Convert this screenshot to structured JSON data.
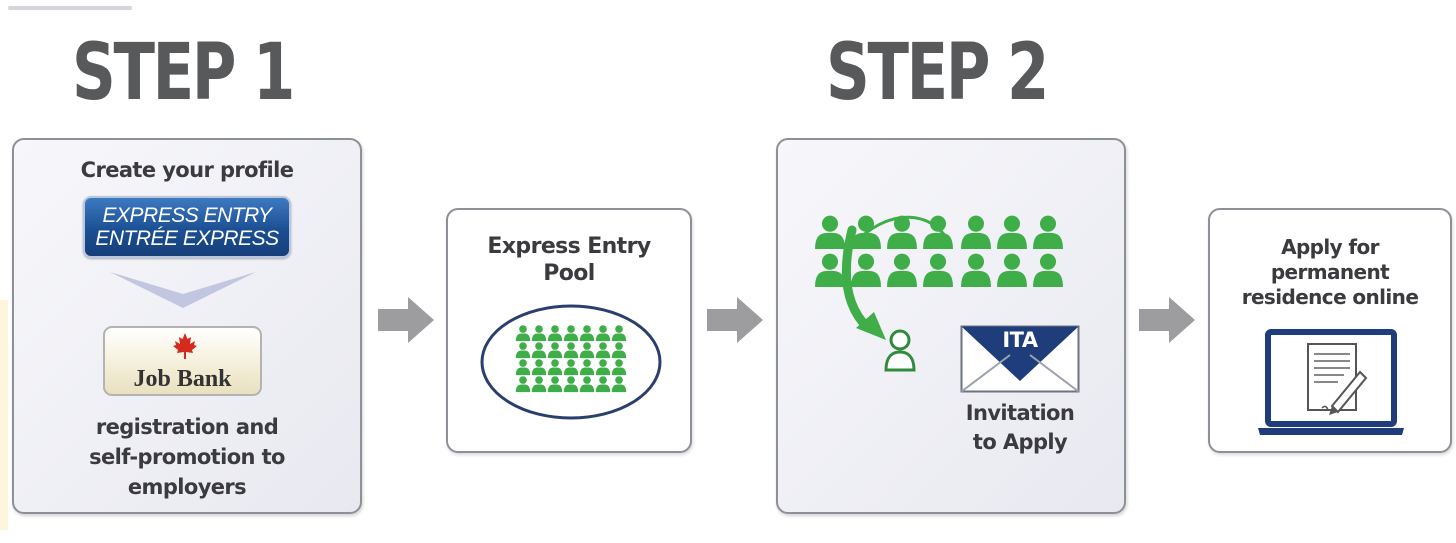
{
  "step1": {
    "title": "STEP 1",
    "create_profile": "Create your profile",
    "logo_line1": "EXPRESS ENTRY",
    "logo_line2": "ENTRÉE EXPRESS",
    "job_bank_label": "Job Bank",
    "registration_line1": "registration and",
    "registration_line2": "self-promotion to",
    "registration_line3": "employers"
  },
  "pool": {
    "line1": "Express Entry",
    "line2": "Pool"
  },
  "step2": {
    "title": "STEP 2",
    "ita_label": "ITA",
    "invitation_line1": "Invitation",
    "invitation_line2": "to Apply"
  },
  "apply": {
    "line1": "Apply for",
    "line2": "permanent",
    "line3": "residence online"
  },
  "colors": {
    "title_gray": "#58595b",
    "people_green": "#3fae49",
    "dark_green": "#2e8b3e",
    "navy": "#1f3d7a",
    "arrow_gray": "#9d9da0",
    "leaf_red": "#d52b1e"
  },
  "icons": {
    "arrow": "right-arrow-icon",
    "person": "person-icon",
    "laptop": "laptop-document-icon",
    "envelope": "envelope-icon",
    "maple_leaf": "maple-leaf-icon"
  }
}
